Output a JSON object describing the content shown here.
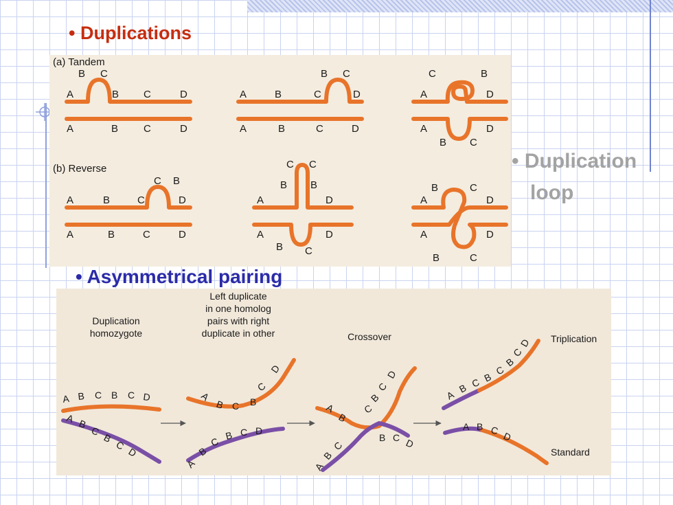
{
  "slide": {
    "bullet_duplications": "• Duplications",
    "bullet_loop_line1": "• Duplication",
    "bullet_loop_line2": "loop",
    "bullet_asym": "• Asymmetrical pairing"
  },
  "figure_a": {
    "tandem_label": "(a) Tandem",
    "reverse_label": "(b) Reverse",
    "letters": {
      "A": "A",
      "B": "B",
      "C": "C",
      "D": "D"
    }
  },
  "figure_b": {
    "col1_line1": "Duplication",
    "col1_line2": "homozygote",
    "col2_line1": "Left duplicate",
    "col2_line2": "in one homolog",
    "col2_line3": "pairs with right",
    "col2_line4": "duplicate in other",
    "col3": "Crossover",
    "col4_top": "Triplication",
    "col4_bottom": "Standard",
    "letters": {
      "A": "A",
      "B": "B",
      "C": "C",
      "D": "D"
    }
  },
  "colors": {
    "chromosome_orange": "#e8742a",
    "chromosome_purple": "#7a4fa6",
    "title_red": "#c62d10",
    "title_blue": "#2b2ba9",
    "loop_gray": "#a3a3a3"
  }
}
